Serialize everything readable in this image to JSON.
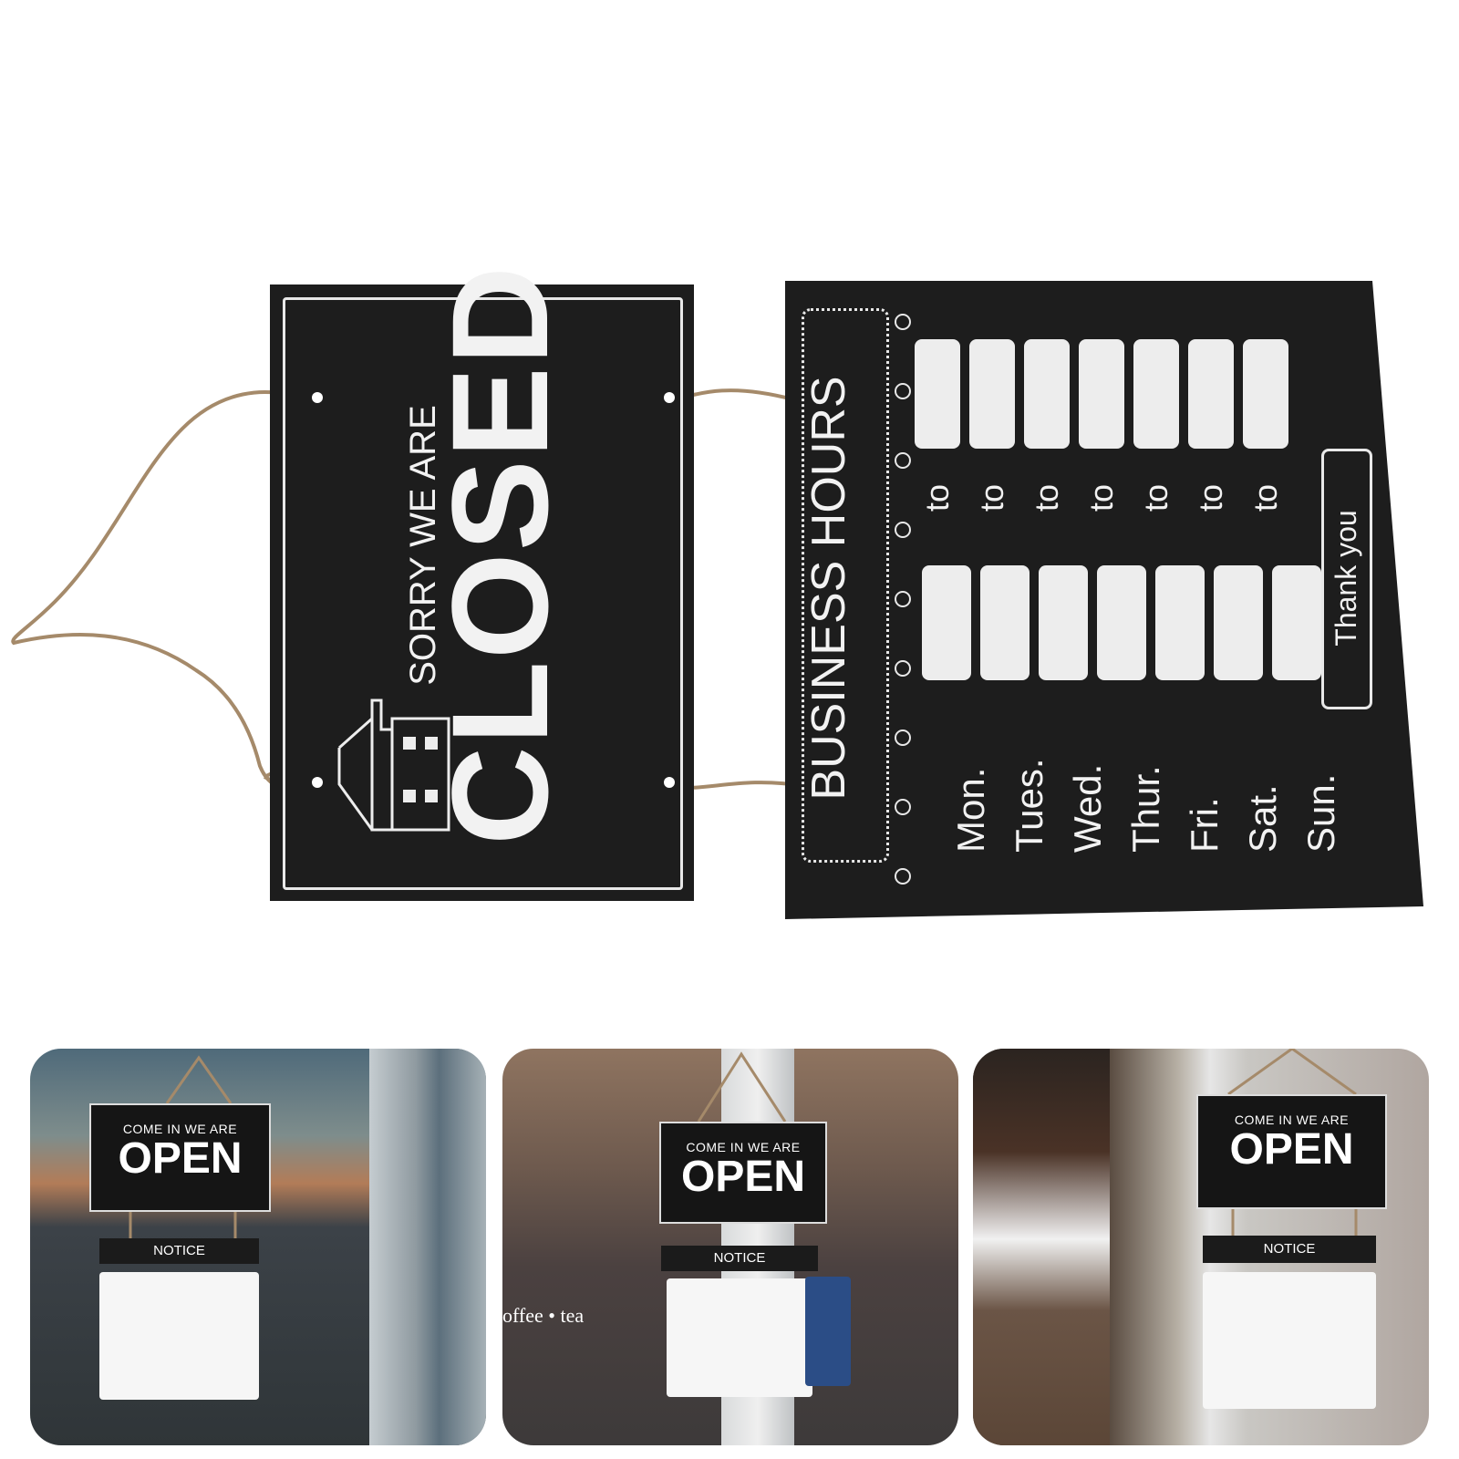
{
  "closed_sign": {
    "line1": "SORRY WE ARE",
    "line2": "CLOSED"
  },
  "hours_sign": {
    "title": "BUSINESS HOURS",
    "separator": "to",
    "days": [
      "Mon.",
      "Tues.",
      "Wed.",
      "Thur.",
      "Fri.",
      "Sat.",
      "Sun."
    ],
    "closing": "Thank you"
  },
  "photos": [
    {
      "sign_line1": "COME IN WE ARE",
      "sign_line2": "OPEN",
      "notice": "NOTICE"
    },
    {
      "sign_line1": "COME IN WE ARE",
      "sign_line2": "OPEN",
      "notice": "NOTICE",
      "window_text": "offee • tea"
    },
    {
      "sign_line1": "COME IN WE ARE",
      "sign_line2": "OPEN",
      "notice": "NOTICE"
    }
  ],
  "colors": {
    "board": "#1d1d1d",
    "ink": "#f2f2f2",
    "twine": "#a58a6a"
  }
}
